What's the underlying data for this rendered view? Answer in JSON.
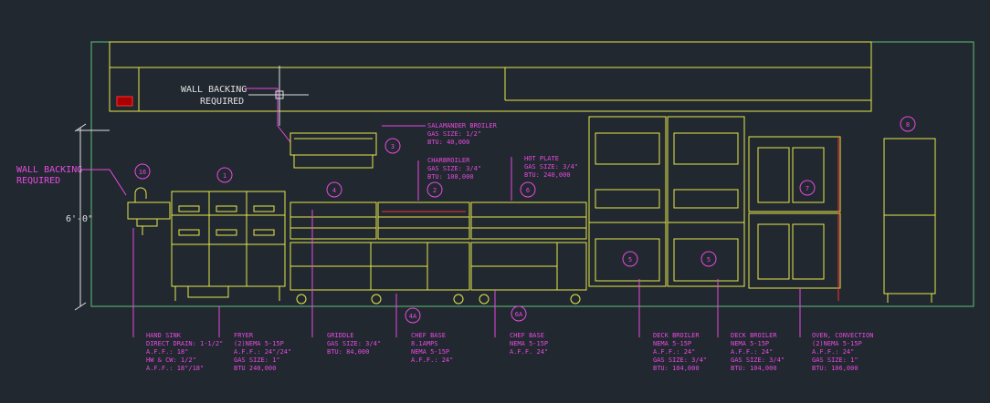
{
  "wall_backing_top": [
    "WALL BACKING",
    "REQUIRED"
  ],
  "wall_backing_left": [
    "WALL BACKING",
    "REQUIRED"
  ],
  "dimension": "6'-0\"",
  "tags": {
    "sink": "16",
    "fryer": "1",
    "griddle": "4",
    "charbroiler": "2",
    "hot_plate": "6",
    "salamander": "3",
    "chef_base_1": "4A",
    "chef_base_2": "6A",
    "deck_1": "5",
    "deck_2": "5",
    "oven": "7",
    "rack": "8"
  },
  "notes": {
    "salamander": {
      "title": "SALAMANDER BROILER",
      "lines": [
        "GAS SIZE: 1/2\"",
        "BTU: 40,000"
      ]
    },
    "charbroiler": {
      "title": "CHARBROILER",
      "lines": [
        "GAS SIZE: 3/4\"",
        "BTU: 108,000"
      ]
    },
    "hot_plate": {
      "title": "HOT PLATE",
      "lines": [
        "GAS SIZE: 3/4\"",
        "BTU: 240,000"
      ]
    },
    "hand_sink": {
      "title": "HAND SINK",
      "lines": [
        "DIRECT DRAIN: 1-1/2\"",
        "A.F.F.: 18\"",
        "HW & CW: 1/2\"",
        "A.F.F.: 18\"/18\""
      ]
    },
    "fryer": {
      "title": "FRYER",
      "lines": [
        "(2)NEMA 5-15P",
        "A.F.F.: 24\"/24\"",
        "GAS SIZE: 1\"",
        "BTU 240,000"
      ]
    },
    "griddle": {
      "title": "GRIDDLE",
      "lines": [
        "GAS SIZE: 3/4\"",
        "BTU: 84,000"
      ]
    },
    "chef_base_1": {
      "title": "CHEF BASE",
      "lines": [
        "8.1AMPS",
        "NEMA 5-15P",
        "A.F.F.: 24\""
      ]
    },
    "chef_base_2": {
      "title": "CHEF BASE",
      "lines": [
        "NEMA 5-15P",
        "A.F.F. 24\""
      ]
    },
    "deck_broiler_1": {
      "title": "DECK BROILER",
      "lines": [
        "NEMA 5-15P",
        "A.F.F.: 24\"",
        "GAS SIZE: 3/4\"",
        "BTU: 104,000"
      ]
    },
    "deck_broiler_2": {
      "title": "DECK BROILER",
      "lines": [
        "NEMA 5-15P",
        "A.F.F.: 24\"",
        "GAS SIZE: 3/4\"",
        "BTU: 104,000"
      ]
    },
    "oven_convection": {
      "title": "OVEN, CONVECTION",
      "lines": [
        "(2)NEMA 5-15P",
        "A.F.F.: 24\"",
        "GAS SIZE: 1\"",
        "BTU: 106,000"
      ]
    }
  },
  "colors": {
    "background": "#212830",
    "equipment": "#e8e84a",
    "annotation": "#e84ae0",
    "wall": "#5fbf7a",
    "highlight": "#ff3030"
  }
}
